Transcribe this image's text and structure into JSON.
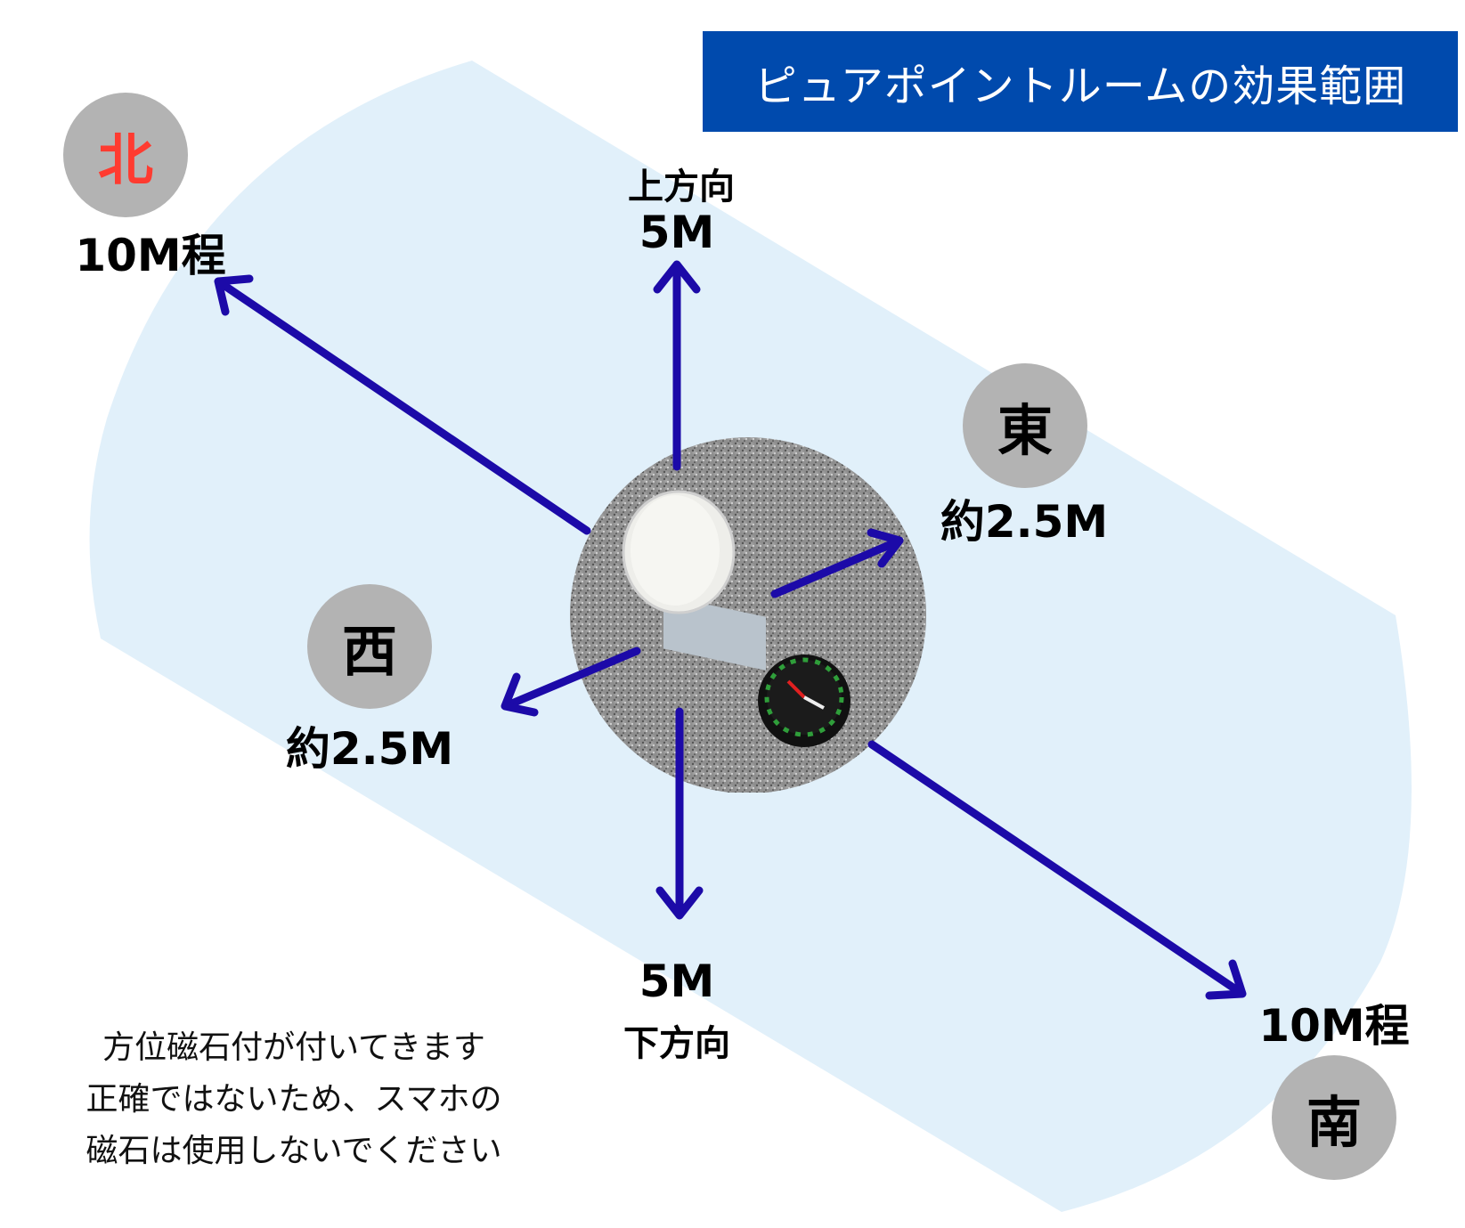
{
  "title": "ピュアポイントルームの効果範囲",
  "directions": {
    "north": {
      "label": "北",
      "distance": "10M程",
      "color": "#ff3b30"
    },
    "east": {
      "label": "東",
      "distance": "約2.5M"
    },
    "west": {
      "label": "西",
      "distance": "約2.5M"
    },
    "south": {
      "label": "南",
      "distance": "10M程"
    },
    "up": {
      "label": "上方向",
      "distance": "5M"
    },
    "down": {
      "label": "下方向",
      "distance": "5M"
    }
  },
  "note": [
    "方位磁石付が付いてきます",
    "正確ではないため、スマホの",
    "磁石は使用しないでください"
  ],
  "colors": {
    "title_bg": "#004aad",
    "band": "#e1f0fa",
    "arrow": "#1c0aa8",
    "circle": "#b3b3b3"
  }
}
